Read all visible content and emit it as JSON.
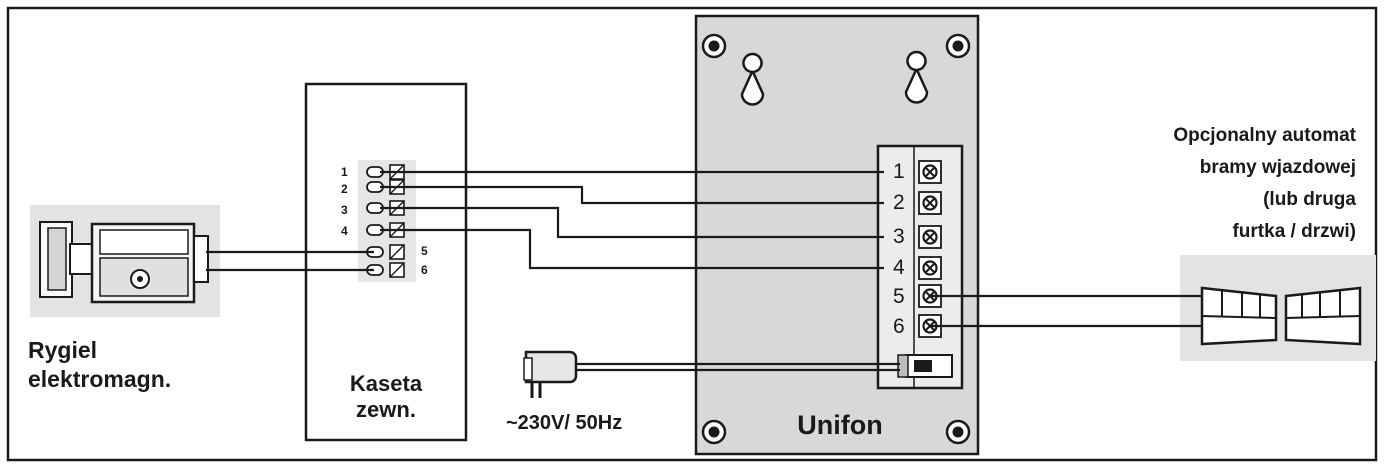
{
  "lock": {
    "label_line1": "Rygiel",
    "label_line2": "elektromagn."
  },
  "kaseta": {
    "label_line1": "Kaseta",
    "label_line2": "zewn.",
    "terminals": [
      "1",
      "2",
      "3",
      "4",
      "5",
      "6"
    ]
  },
  "power": {
    "label": "~230V/ 50Hz"
  },
  "unifon": {
    "label": "Unifon",
    "terminals": [
      "1",
      "2",
      "3",
      "4",
      "5",
      "6"
    ]
  },
  "gate": {
    "label_line1": "Opcjonalny automat",
    "label_line2": "bramy wjazdowej",
    "label_line3": "(lub druga",
    "label_line4": "furtka / drzwi)"
  },
  "colors": {
    "line": "#1a1a1a",
    "panel": "#e3e3e3",
    "device_bg": "#d8d8d8"
  }
}
